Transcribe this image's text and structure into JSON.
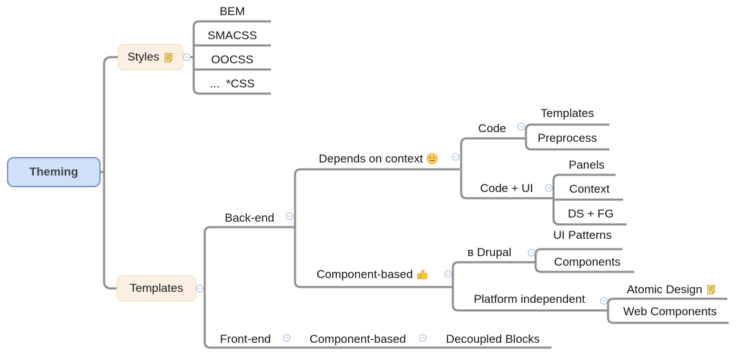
{
  "app": {
    "type": "mind-map",
    "background": "#ffffff"
  },
  "palette": {
    "line": "#8e8e8e",
    "root_fill": "#cfe1fa",
    "root_border": "#7e97c3",
    "branch_fill": "#fcf0e3",
    "branch_border": "#eed9c1",
    "collapse_control": "#a7badd",
    "text": "#141414",
    "note_icon": "#e8c55c",
    "emoji_yellow": "#fbc84a"
  },
  "nodes": {
    "theming": {
      "label": "Theming"
    },
    "styles": {
      "label": "Styles",
      "icon": "note"
    },
    "bem": {
      "label": "BEM"
    },
    "smacss": {
      "label": "SMACSS"
    },
    "oocss": {
      "label": "OOCSS"
    },
    "othercss": {
      "label": "...  *CSS"
    },
    "templates": {
      "label": "Templates"
    },
    "backend": {
      "label": "Back-end"
    },
    "depends_on_context": {
      "label": "Depends on context",
      "icon": "neutral-face"
    },
    "code": {
      "label": "Code"
    },
    "code_templates": {
      "label": "Templates"
    },
    "preprocess": {
      "label": "Preprocess"
    },
    "code_ui": {
      "label": "Code + UI"
    },
    "panels": {
      "label": "Panels"
    },
    "context": {
      "label": "Context"
    },
    "ds_fg": {
      "label": "DS + FG"
    },
    "component_based": {
      "label": "Component-based",
      "icon": "thumbs-up"
    },
    "v_drupal": {
      "label": "в Drupal"
    },
    "ui_patterns": {
      "label": "UI Patterns"
    },
    "components": {
      "label": "Components"
    },
    "platform_independent": {
      "label": "Platform independent"
    },
    "atomic_design": {
      "label": "Atomic Design",
      "icon": "note"
    },
    "web_components": {
      "label": "Web Components"
    },
    "frontend": {
      "label": "Front-end"
    },
    "fe_component_based": {
      "label": "Component-based"
    },
    "decoupled_blocks": {
      "label": "Decoupled Blocks"
    }
  }
}
